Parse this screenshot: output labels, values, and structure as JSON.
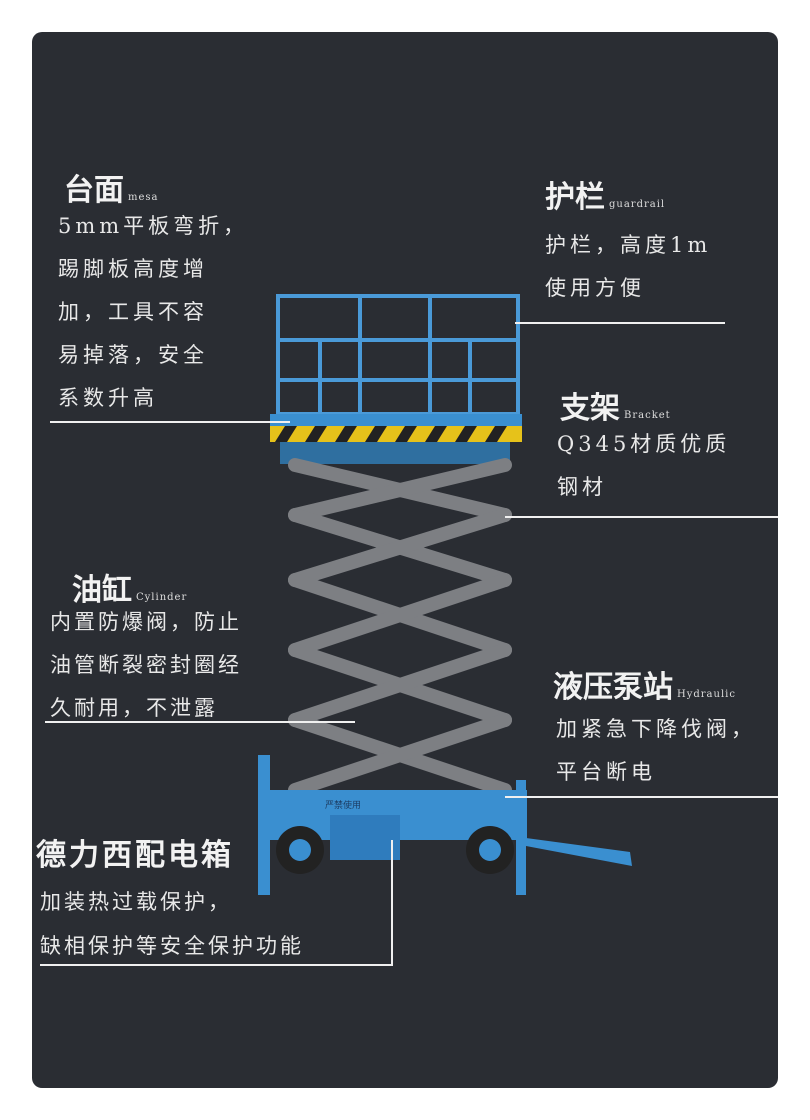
{
  "features": [
    {
      "title": "台面",
      "subtitle": "mesa",
      "lines": [
        "5mm平板弯折，",
        "踢脚板高度增",
        "加，工具不容",
        "易掉落，安全",
        "系数升高"
      ]
    },
    {
      "title": "护栏",
      "subtitle": "guardrail",
      "lines": [
        "护栏，高度1m",
        "使用方便"
      ]
    },
    {
      "title": "支架",
      "subtitle": "Bracket",
      "lines": [
        "Q345材质优质",
        "钢材"
      ]
    },
    {
      "title": "油缸",
      "subtitle": "Cylinder",
      "lines": [
        "内置防爆阀，防止",
        "油管断裂密封圈经",
        "久耐用，不泄露"
      ]
    },
    {
      "title": "液压泵站",
      "subtitle": "Hydraulic",
      "lines": [
        "加紧急下降伐阀，",
        "平台断电"
      ]
    },
    {
      "title": "德力西配电箱",
      "subtitle": "",
      "lines": [
        "加装热过载保护，",
        "缺相保护等安全保护功能"
      ]
    }
  ],
  "machine_label": "严禁使用",
  "colors": {
    "panel": "#2a2d33",
    "frame": "#3a8fd0",
    "scissor": "#7d7f83"
  }
}
